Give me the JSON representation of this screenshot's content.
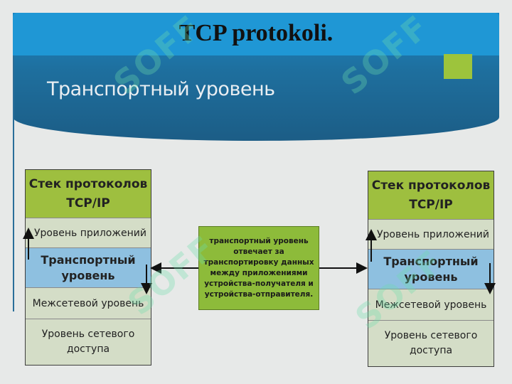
{
  "slide": {
    "title": "TCP protokoli.",
    "subtitle": "Транспортный уровень"
  },
  "left_stack": {
    "header": "Стек протоколов TCP/IP",
    "layers": [
      "Уровень приложений",
      "Транспортный уровень",
      "Межсетевой уровень",
      "Уровень сетевого доступа"
    ]
  },
  "right_stack": {
    "header": "Стек протоколов TCP/IP",
    "layers": [
      "Уровень приложений",
      "Транспортный уровень",
      "Межсетевой уровень",
      "Уровень сетевого доступа"
    ]
  },
  "center_note": "транспортный уровень отвечает за транспортировку данных между приложениями устройства-получателя и устройства-отправителя.",
  "watermark": "SOFF",
  "colors": {
    "band": "#1e6f9e",
    "header_green": "#9ebf3f",
    "transport_blue": "#8ec0e0",
    "layer_gray": "#d4ddc7",
    "note_green": "#8dbb3a"
  }
}
